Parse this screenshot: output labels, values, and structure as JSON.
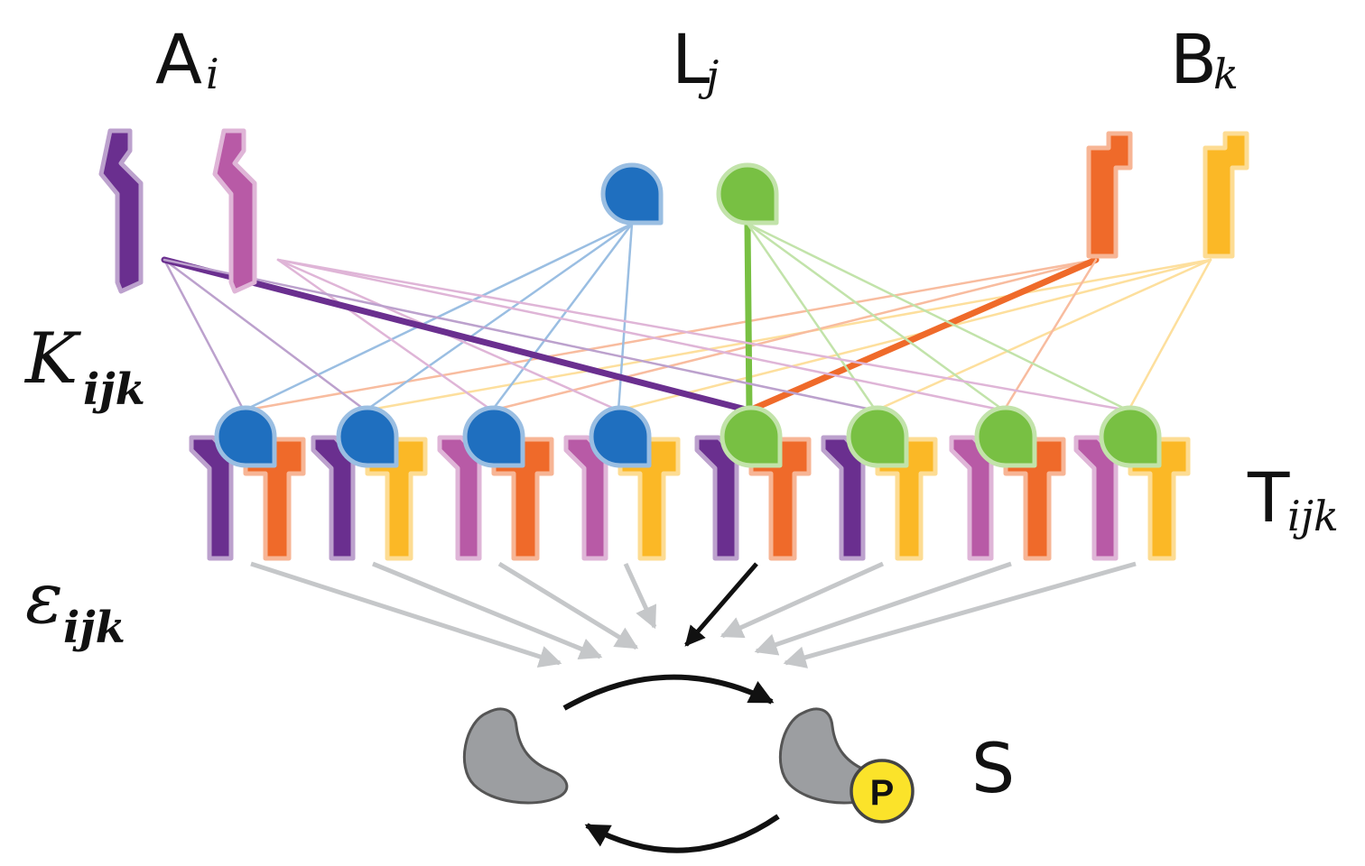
{
  "labels": {
    "a": {
      "main": "A",
      "sub": "i"
    },
    "l": {
      "main": "L",
      "sub": "j"
    },
    "b": {
      "main": "B",
      "sub": "k"
    },
    "k": {
      "main": "K",
      "sub": "ijk"
    },
    "t": {
      "main": "T",
      "sub": "ijk"
    },
    "e": {
      "main": "ε",
      "sub": "ijk"
    },
    "s": {
      "main": "S"
    },
    "phospho": "P"
  },
  "colors": {
    "a1": "#6a2f8f",
    "a2": "#b85aa6",
    "l1": "#1f6fbf",
    "l2": "#78c043",
    "b1": "#ef6a2a",
    "b2": "#fbb826",
    "substrate": "#9c9ea1",
    "phospho": "#fbe32a",
    "arrow_muted": "#c5c7c9",
    "arrow_active": "#111111"
  },
  "complexes": [
    {
      "a": 0,
      "l": 0,
      "b": 0
    },
    {
      "a": 0,
      "l": 0,
      "b": 1
    },
    {
      "a": 1,
      "l": 0,
      "b": 0
    },
    {
      "a": 1,
      "l": 0,
      "b": 1
    },
    {
      "a": 0,
      "l": 1,
      "b": 0
    },
    {
      "a": 0,
      "l": 1,
      "b": 1
    },
    {
      "a": 1,
      "l": 1,
      "b": 0
    },
    {
      "a": 1,
      "l": 1,
      "b": 1
    }
  ],
  "highlighted_complex": 4
}
